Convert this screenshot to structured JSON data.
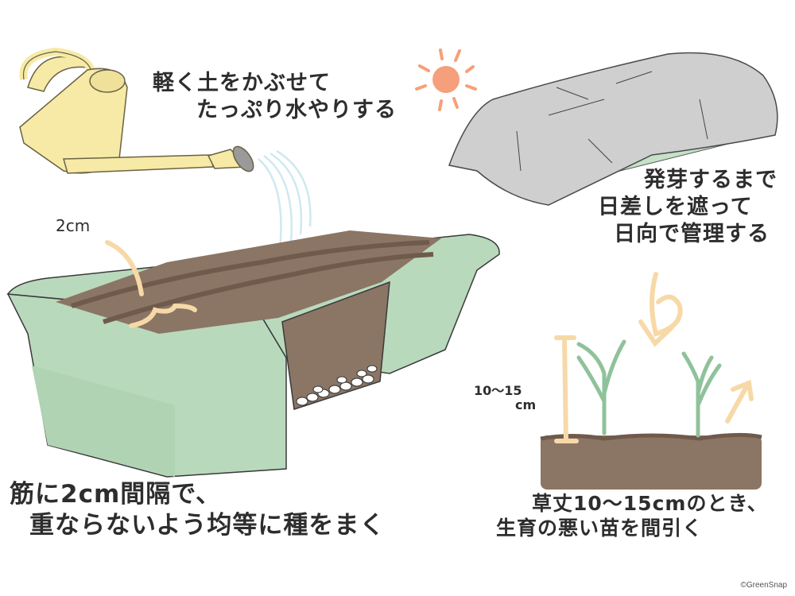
{
  "captions": {
    "watering": {
      "line1": "軽く土をかぶせて",
      "line2": "たっぷり水やりする"
    },
    "shade": {
      "line1": "発芽するまで",
      "line2": "日差しを遮って",
      "line3": "日向で管理する"
    },
    "sowing": {
      "line1": "筋に2cm間隔で、",
      "line2": "重ならないよう均等に種をまく"
    },
    "thinning": {
      "line1": "草丈10〜15cmのとき、",
      "line2": "生育の悪い苗を間引く"
    }
  },
  "measurements": {
    "row_spacing": "2cm",
    "plant_height_value": "10〜15",
    "plant_height_unit": "cm"
  },
  "copyright": "©GreenSnap",
  "colors": {
    "planter_green": "#b9d9bc",
    "soil_brown": "#8b7565",
    "soil_dark": "#6f5a4c",
    "watering_can_yellow": "#f6eaa6",
    "sun_orange": "#f5a07a",
    "cover_gray": "#cfcfcf",
    "arrow_peach": "#f7d9a8",
    "seedling_green": "#8fc29a",
    "water_blue": "#cfe9ef"
  },
  "icons": [
    "watering-can-icon",
    "sun-icon",
    "shade-cover-icon",
    "planter-box-icon",
    "seedling-icon",
    "arrow-icon"
  ]
}
